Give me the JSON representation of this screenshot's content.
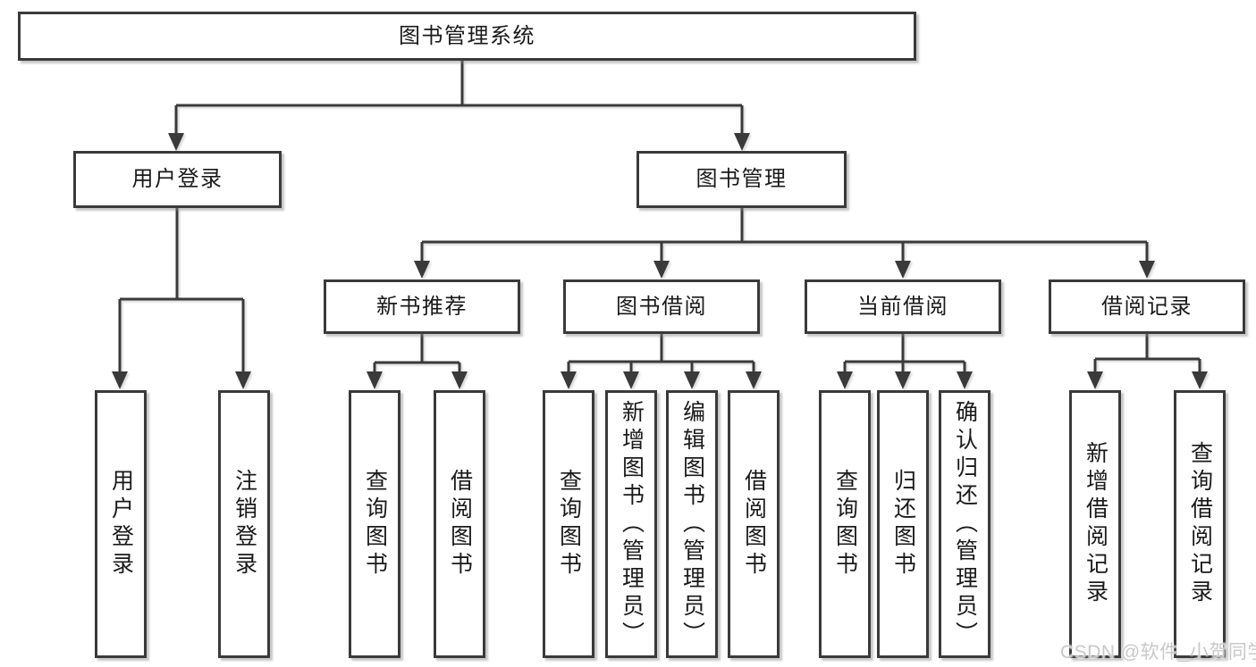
{
  "diagram": {
    "root": {
      "label": "图书管理系统"
    },
    "branches": [
      {
        "label": "用户登录",
        "children": [
          {
            "label": "用户登录"
          },
          {
            "label": "注销登录"
          }
        ]
      },
      {
        "label": "图书管理",
        "children": [
          {
            "label": "新书推荐",
            "children": [
              {
                "label": "查询图书"
              },
              {
                "label": "借阅图书"
              }
            ]
          },
          {
            "label": "图书借阅",
            "children": [
              {
                "label": "查询图书"
              },
              {
                "label": "新增图书（管理员）"
              },
              {
                "label": "编辑图书（管理员）"
              },
              {
                "label": "借阅图书"
              }
            ]
          },
          {
            "label": "当前借阅",
            "children": [
              {
                "label": "查询图书"
              },
              {
                "label": "归还图书"
              },
              {
                "label": "确认归还（管理员）"
              }
            ]
          },
          {
            "label": "借阅记录",
            "children": [
              {
                "label": "新增借阅记录"
              },
              {
                "label": "查询借阅记录"
              }
            ]
          }
        ]
      }
    ]
  },
  "watermark": {
    "text": "CSDN @软件_小贺同学"
  },
  "colors": {
    "line": "#3a3a3a",
    "text": "#1a1a1a",
    "background": "#ffffff",
    "watermark": "#c8c8c8"
  }
}
